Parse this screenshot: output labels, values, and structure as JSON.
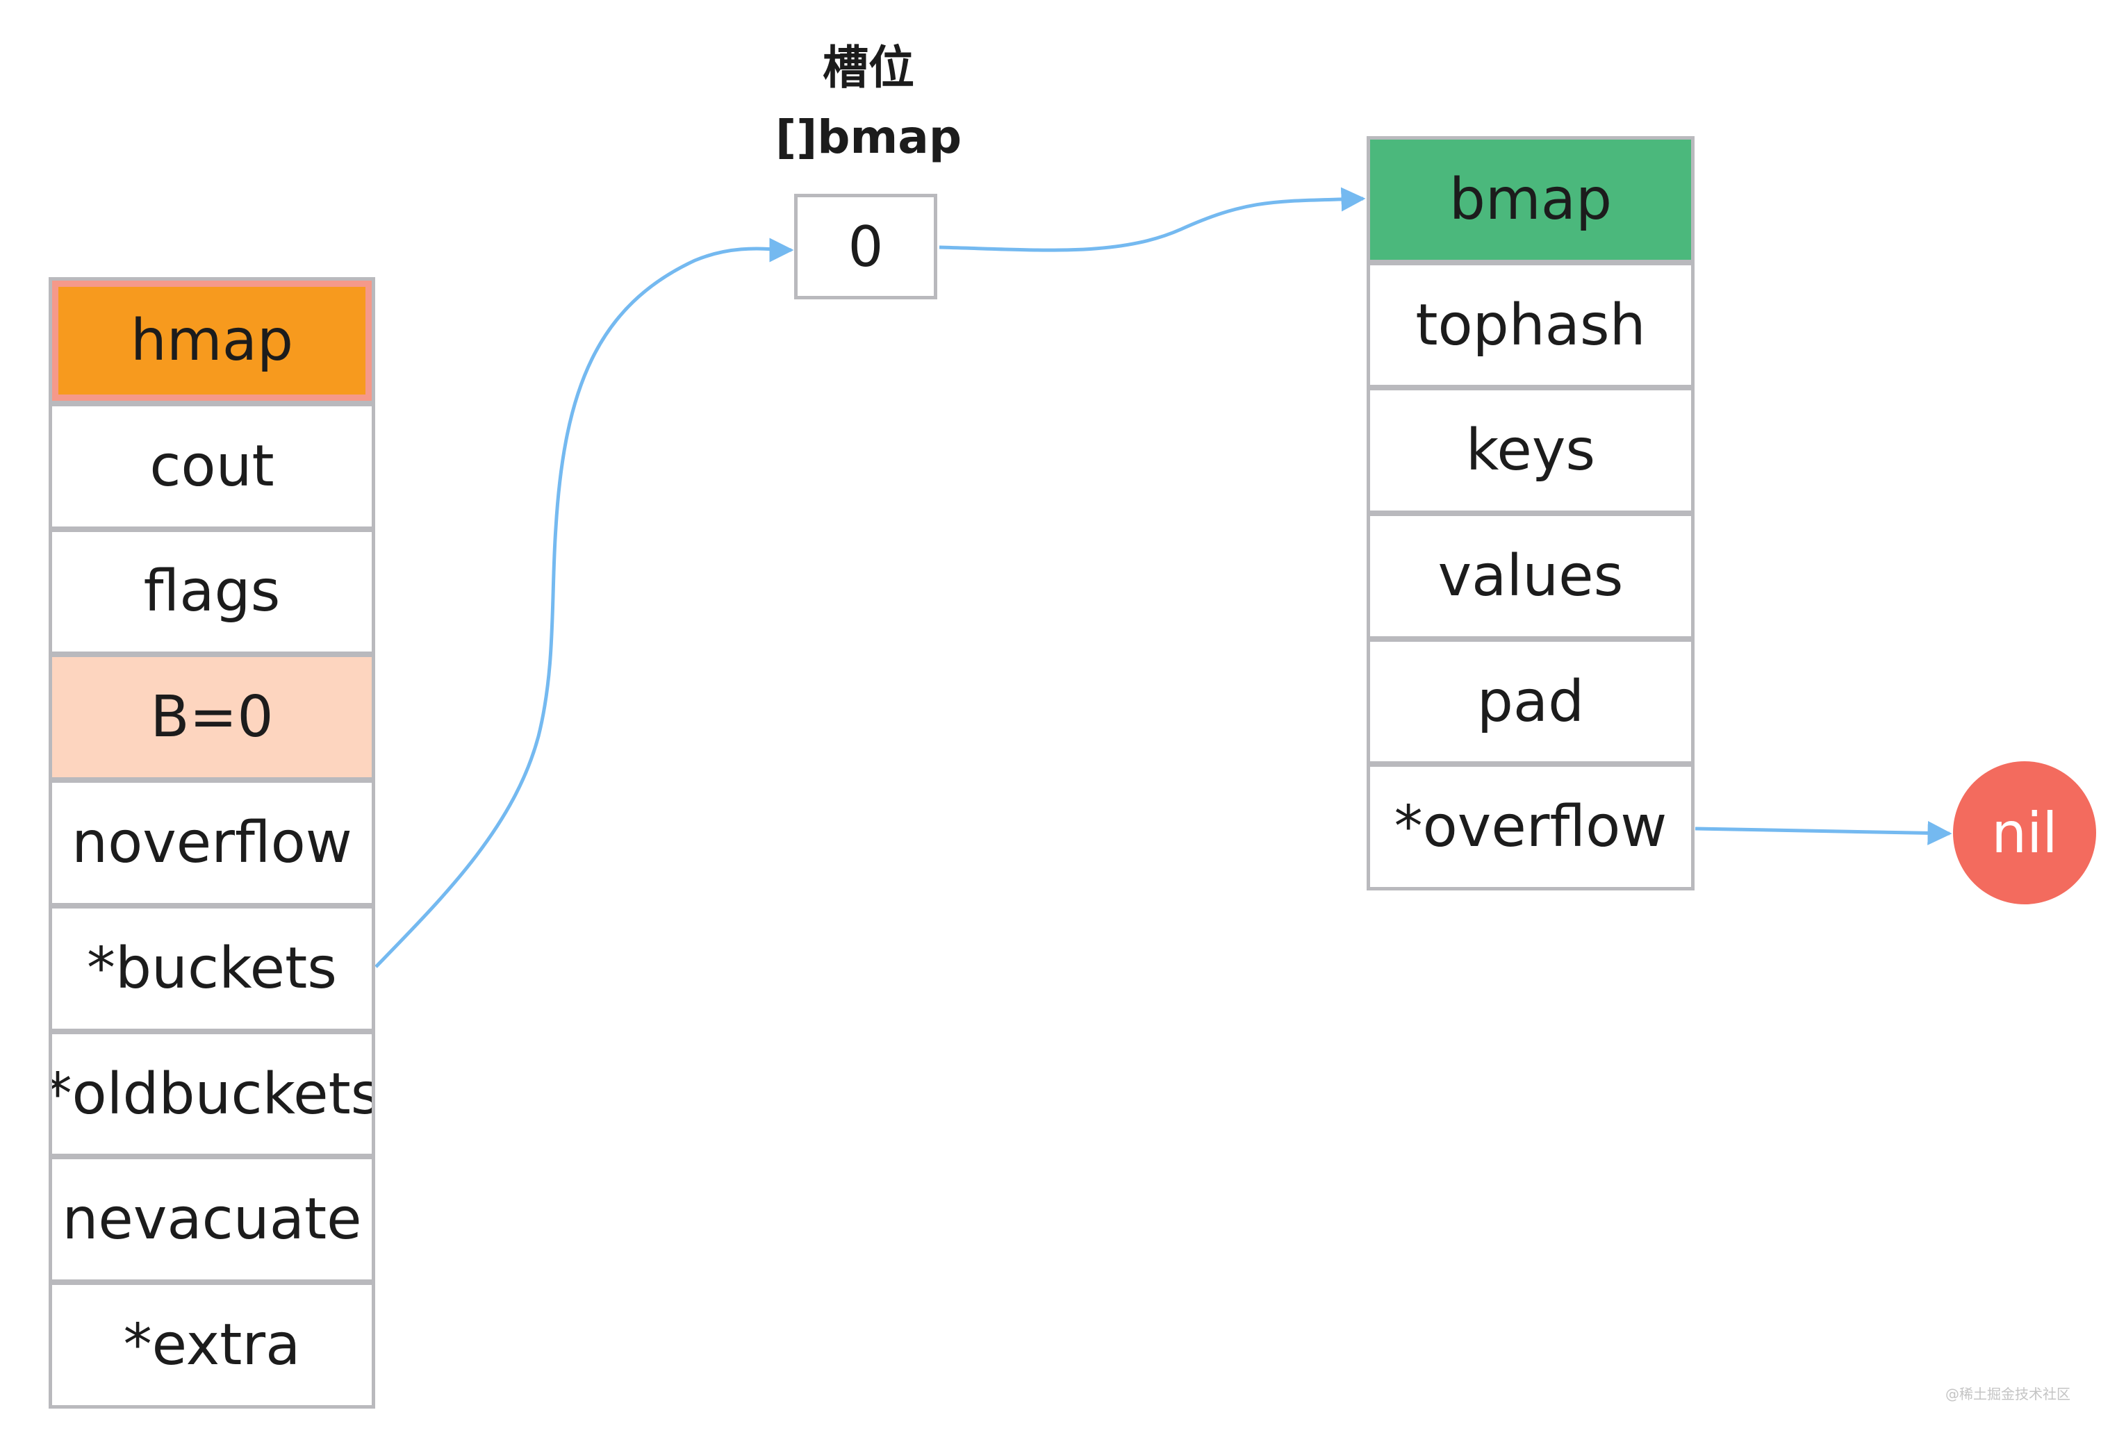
{
  "slot": {
    "title_line1": "槽位",
    "title_line2": "[]bmap",
    "index": "0"
  },
  "hmap": {
    "header": "hmap",
    "fields": [
      "cout",
      "flags",
      "B=0",
      "noverflow",
      "*buckets",
      "*oldbuckets",
      "nevacuate",
      "*extra"
    ]
  },
  "bmap": {
    "header": "bmap",
    "fields": [
      "tophash",
      "keys",
      "values",
      "pad",
      "*overflow"
    ]
  },
  "nil_node": "nil",
  "watermark": "@稀土掘金技术社区",
  "colors": {
    "hmap_header": "#f79a1e",
    "hmap_header_border": "#f5998a",
    "b_field": "#fdd5bf",
    "bmap_header": "#4bb87c",
    "nil_node": "#f36b5e",
    "arrow": "#74b9f0",
    "cell_border": "#b9b9bd"
  }
}
